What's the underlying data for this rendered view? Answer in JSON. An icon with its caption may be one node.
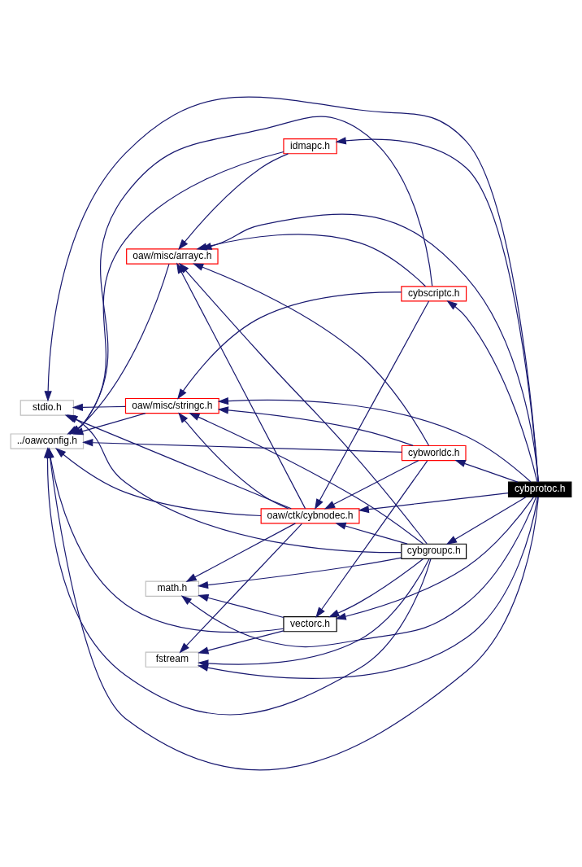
{
  "diagram": {
    "nodes": [
      {
        "text": [
          "stdio.h"
        ]
      },
      {
        "text": [
          "math.h"
        ]
      },
      {
        "text": [
          "oaw/misc/stringc.h"
        ]
      },
      {
        "text": [
          "cybgroupc.h"
        ]
      },
      {
        "text": [
          "fstream"
        ]
      },
      {
        "text": [
          "vectorc.h"
        ]
      },
      {
        "text": [
          "cybworldc.h"
        ]
      },
      {
        "text": [
          "oaw/ctk/cybnodec.h"
        ]
      },
      {
        "text": [
          "cybprotoc.h"
        ]
      },
      {
        "text": [
          "../oawconfig.h"
        ]
      },
      {
        "text": [
          "cybscriptc.h"
        ]
      },
      {
        "text": [
          "oaw/misc/arrayc.h"
        ]
      },
      {
        "text": [
          "idmapc.h"
        ]
      }
    ],
    "edges": [
      {
        "from": 8,
        "to": 0,
        "arrow": "to"
      },
      {
        "from": 8,
        "to": 1,
        "arrow": "to"
      },
      {
        "from": 8,
        "to": 2,
        "arrow": "to"
      },
      {
        "from": 8,
        "to": 3,
        "arrow": "to"
      },
      {
        "from": 8,
        "to": 5,
        "arrow": "to"
      },
      {
        "from": 8,
        "to": 6,
        "arrow": "to"
      },
      {
        "from": 8,
        "to": 7,
        "arrow": "to"
      },
      {
        "from": 8,
        "to": 10,
        "arrow": "to"
      },
      {
        "from": 8,
        "to": 4,
        "arrow": "to"
      },
      {
        "from": 8,
        "to": 11,
        "arrow": "to"
      },
      {
        "from": 8,
        "to": 12,
        "arrow": "to"
      },
      {
        "from": 8,
        "to": 9,
        "arrow": "to"
      },
      {
        "from": 3,
        "to": 0,
        "arrow": "to"
      },
      {
        "from": 3,
        "to": 1,
        "arrow": "to"
      },
      {
        "from": 3,
        "to": 2,
        "arrow": "to"
      },
      {
        "from": 3,
        "to": 4,
        "arrow": "to"
      },
      {
        "from": 3,
        "to": 5,
        "arrow": "to"
      },
      {
        "from": 3,
        "to": 7,
        "arrow": "to"
      },
      {
        "from": 3,
        "to": 11,
        "arrow": "to"
      },
      {
        "from": 3,
        "to": 9,
        "arrow": "to"
      },
      {
        "from": 5,
        "to": 1,
        "arrow": "to"
      },
      {
        "from": 5,
        "to": 4,
        "arrow": "to"
      },
      {
        "from": 5,
        "to": 9,
        "arrow": "to"
      },
      {
        "from": 2,
        "to": 0,
        "arrow": "to"
      },
      {
        "from": 2,
        "to": 9,
        "arrow": "to"
      },
      {
        "from": 6,
        "to": 7,
        "arrow": "to"
      },
      {
        "from": 6,
        "to": 5,
        "arrow": "to"
      },
      {
        "from": 6,
        "to": 2,
        "arrow": "to"
      },
      {
        "from": 6,
        "to": 9,
        "arrow": "to"
      },
      {
        "from": 6,
        "to": 11,
        "arrow": "to"
      },
      {
        "from": 7,
        "to": 0,
        "arrow": "to"
      },
      {
        "from": 7,
        "to": 1,
        "arrow": "to"
      },
      {
        "from": 7,
        "to": 2,
        "arrow": "to"
      },
      {
        "from": 7,
        "to": 4,
        "arrow": "to"
      },
      {
        "from": 7,
        "to": 9,
        "arrow": "to"
      },
      {
        "from": 7,
        "to": 11,
        "arrow": "to"
      },
      {
        "from": 10,
        "to": 7,
        "arrow": "to"
      },
      {
        "from": 10,
        "to": 2,
        "arrow": "to"
      },
      {
        "from": 10,
        "to": 11,
        "arrow": "to"
      },
      {
        "from": 10,
        "to": 9,
        "arrow": "to"
      },
      {
        "from": 11,
        "to": 9,
        "arrow": "to"
      },
      {
        "from": 12,
        "to": 11,
        "arrow": "to"
      },
      {
        "from": 12,
        "to": 9,
        "arrow": "to"
      }
    ]
  }
}
